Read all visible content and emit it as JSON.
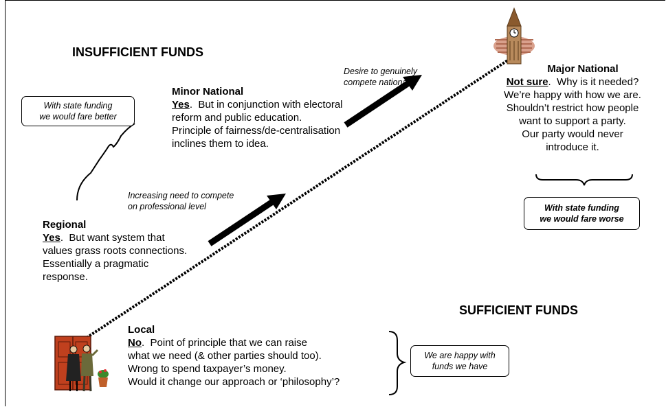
{
  "headings": {
    "insufficient": "INSUFFICIENT FUNDS",
    "sufficient": "SUFFICIENT FUNDS"
  },
  "arrow_notes": {
    "national": [
      "Desire to genuinely",
      "compete nationally"
    ],
    "professional": [
      "Increasing need to compete",
      "on professional level"
    ]
  },
  "boxes": {
    "fare_better": [
      "With state funding",
      "we would fare better"
    ],
    "fare_worse": [
      "With state funding",
      "we would fare worse"
    ],
    "happy_funds": [
      "We are happy with",
      "funds we have"
    ]
  },
  "parties": {
    "major_national": {
      "title": "Major National",
      "answer": "Not sure",
      "lines": [
        "Why is it needed?",
        "We’re happy with how we are.",
        "Shouldn’t restrict how people",
        "want to support a party.",
        "Our party would never",
        "introduce it."
      ]
    },
    "minor_national": {
      "title": "Minor National",
      "answer": "Yes",
      "lines": [
        "But in conjunction with electoral",
        "reform and public education.",
        "Principle of fairness/de-centralisation",
        "inclines them to idea."
      ]
    },
    "regional": {
      "title": "Regional",
      "answer": "Yes",
      "lines": [
        "But want system that",
        "values grass roots connections.",
        "Essentially a pragmatic",
        "response."
      ]
    },
    "local": {
      "title": "Local",
      "answer": "No",
      "lines": [
        "Point of principle that we can raise",
        "what we need (& other parties should too).",
        "Wrong to spend taxpayer’s money.",
        "Would it change our approach or ‘philosophy’?"
      ]
    }
  },
  "colors": {
    "door": "#c0401e",
    "tower_bg": "#d9a08c",
    "tower": "#8a5a2e"
  }
}
